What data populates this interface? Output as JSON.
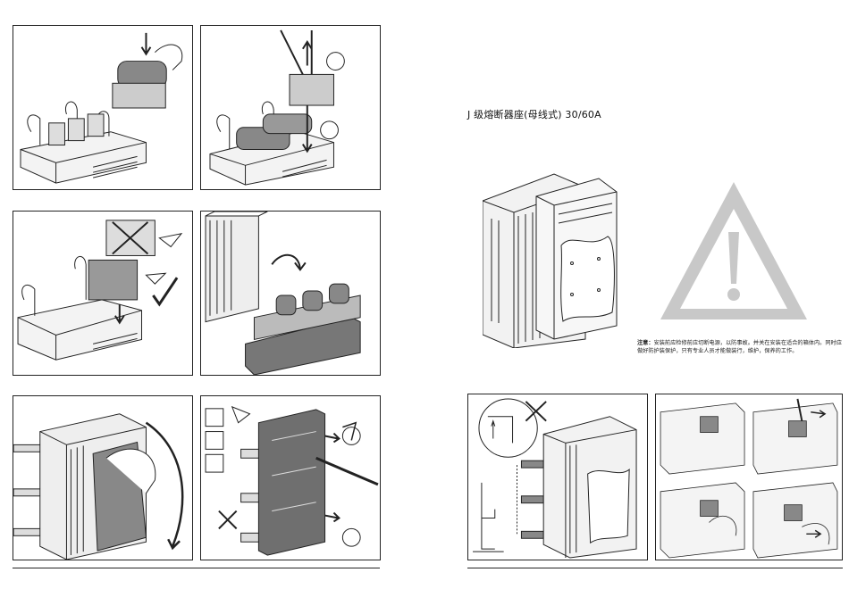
{
  "document": {
    "title": "J 级熔断器座(母线式)  30/60A",
    "note_label": "注意：",
    "note_text": "安装前应检修前应切断电源，以防事故。并关在安装在适合的箱体内。同时应 做好防护装保护，只有专业人员才能做装行，维护，保养的工作。"
  },
  "colors": {
    "line": "#222222",
    "warning_gray": "#c8c8c8",
    "dark_body": "#6f6f6f"
  },
  "icons": [
    "warning-triangle-icon",
    "check-mark-icon",
    "cross-mark-icon"
  ]
}
